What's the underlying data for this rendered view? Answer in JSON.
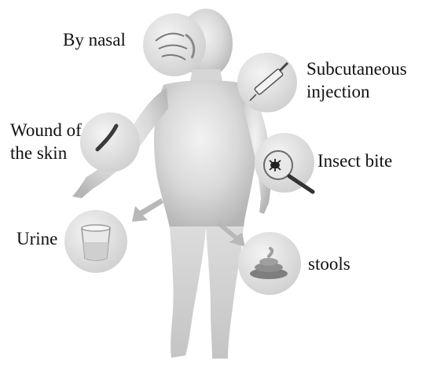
{
  "diagram": {
    "labels": {
      "nasal": "By nasal",
      "subcutaneous_line1": "Subcutaneous",
      "subcutaneous_line2": "injection",
      "wound_line1": "Wound of",
      "wound_line2": "the skin",
      "insect": "Insect bite",
      "urine": "Urine",
      "stools": "stools"
    },
    "icons": [
      "nose-icon",
      "syringe-icon",
      "wound-icon",
      "insect-magnifier-icon",
      "urine-cup-icon",
      "stool-icon"
    ],
    "colors": {
      "body": "#cfcfcf",
      "bubble": "#d8d8d8",
      "text": "#111111"
    }
  }
}
